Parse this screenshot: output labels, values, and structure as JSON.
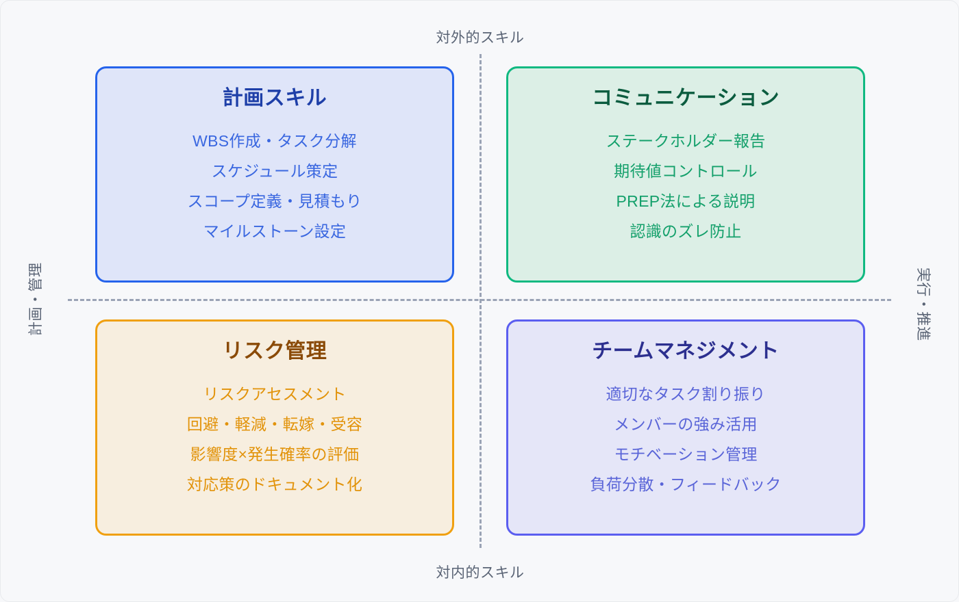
{
  "axes": {
    "top_label": "対外的スキル",
    "bottom_label": "対内的スキル",
    "left_label": "計画・管理",
    "right_label": "実行・推進"
  },
  "colors": {
    "background": "#f7f8fa",
    "divider": "#9aa3b5",
    "axis_text": "#5a6475",
    "planning_accent": "#2563eb",
    "planning_fill": "#dfe5f9",
    "communication_accent": "#10b981",
    "communication_fill": "#dcefe6",
    "risk_accent": "#f0a010",
    "risk_fill": "#f7eedf",
    "team_accent": "#5b5ef0",
    "team_fill": "#e5e6f8"
  },
  "quadrants": [
    {
      "key": "planning",
      "title": "計画スキル",
      "items": [
        "WBS作成・タスク分解",
        "スケジュール策定",
        "スコープ定義・見積もり",
        "マイルストーン設定"
      ]
    },
    {
      "key": "communication",
      "title": "コミュニケーション",
      "items": [
        "ステークホルダー報告",
        "期待値コントロール",
        "PREP法による説明",
        "認識のズレ防止"
      ]
    },
    {
      "key": "risk",
      "title": "リスク管理",
      "items": [
        "リスクアセスメント",
        "回避・軽減・転嫁・受容",
        "影響度×発生確率の評価",
        "対応策のドキュメント化"
      ]
    },
    {
      "key": "team",
      "title": "チームマネジメント",
      "items": [
        "適切なタスク割り振り",
        "メンバーの強み活用",
        "モチベーション管理",
        "負荷分散・フィードバック"
      ]
    }
  ]
}
